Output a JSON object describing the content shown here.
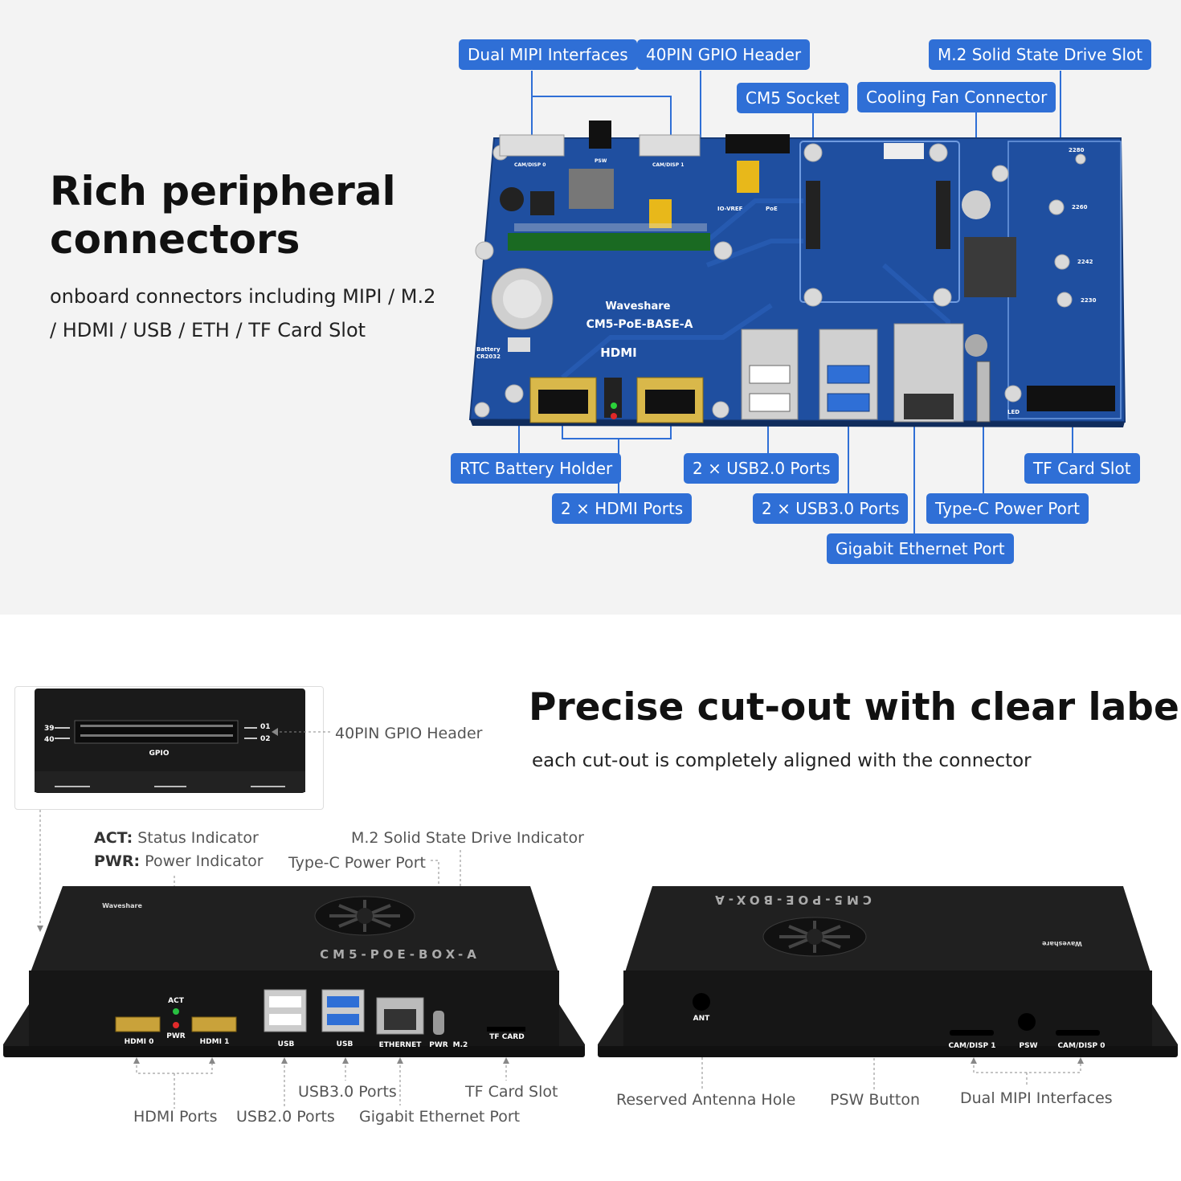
{
  "top": {
    "heading_line1": "Rich peripheral",
    "heading_line2": "connectors",
    "subtitle_line1": "onboard connectors including MIPI / M.2",
    "subtitle_line2": "/ HDMI / USB / ETH / TF Card Slot",
    "callouts": {
      "dual_mipi": "Dual MIPI Interfaces",
      "gpio": "40PIN GPIO Header",
      "m2_slot": "M.2 Solid State Drive Slot",
      "cm5_socket": "CM5 Socket",
      "fan": "Cooling Fan Connector",
      "rtc": "RTC Battery Holder",
      "usb2": "2 × USB2.0 Ports",
      "tf_slot": "TF Card Slot",
      "hdmi": "2 × HDMI Ports",
      "usb3": "2 × USB3.0 Ports",
      "typec": "Type-C Power Port",
      "ethernet": "Gigabit Ethernet Port"
    },
    "board": {
      "model": "CM5-PoE-BASE-A",
      "brand": "Waveshare",
      "hdmi_logo": "HDMI",
      "battery": "Battery",
      "battery_type": "CR2032",
      "cam0": "CAM/DISP 0",
      "cam1": "CAM/DISP 1",
      "psw": "PSW",
      "io_vref": "IO-VREF",
      "poe": "PoE",
      "m2_sizes": [
        "2280",
        "2260",
        "2242",
        "2230"
      ],
      "led": "LED"
    }
  },
  "bottom": {
    "heading": "Precise cut-out with clear label",
    "subtitle": "each cut-out is completely aligned with the connector",
    "gpio_inset": {
      "label": "40PIN GPIO Header",
      "pin39": "39",
      "pin40": "40",
      "pin01": "01",
      "pin02": "02",
      "gpio_text": "GPIO"
    },
    "indicators": {
      "act_key": "ACT:",
      "act_desc": "Status Indicator",
      "pwr_key": "PWR:",
      "pwr_desc": "Power Indicator",
      "m2": "M.2 Solid State Drive Indicator",
      "typec": "Type-C Power Port"
    },
    "front_box": {
      "model": "CM5-POE-BOX-A",
      "brand": "Waveshare",
      "port_labels": [
        "HDMI 0",
        "ACT",
        "PWR",
        "HDMI 1",
        "USB",
        "USB",
        "ETHERNET",
        "PWR",
        "M.2",
        "TF CARD"
      ]
    },
    "front_callouts": {
      "hdmi": "HDMI Ports",
      "usb2": "USB2.0 Ports",
      "usb3": "USB3.0 Ports",
      "ethernet": "Gigabit Ethernet Port",
      "tf": "TF Card Slot"
    },
    "back_box": {
      "model": "CM5-POE-BOX-A",
      "brand": "Waveshare",
      "port_labels": [
        "ANT",
        "CAM/DISP 1",
        "PSW",
        "CAM/DISP 0"
      ]
    },
    "back_callouts": {
      "antenna": "Reserved Antenna Hole",
      "psw": "PSW Button",
      "mipi": "Dual MIPI Interfaces"
    }
  },
  "colors": {
    "accent": "#2f6fd6",
    "pcb": "#1f4fa0",
    "enclosure": "#1c1c1c"
  }
}
